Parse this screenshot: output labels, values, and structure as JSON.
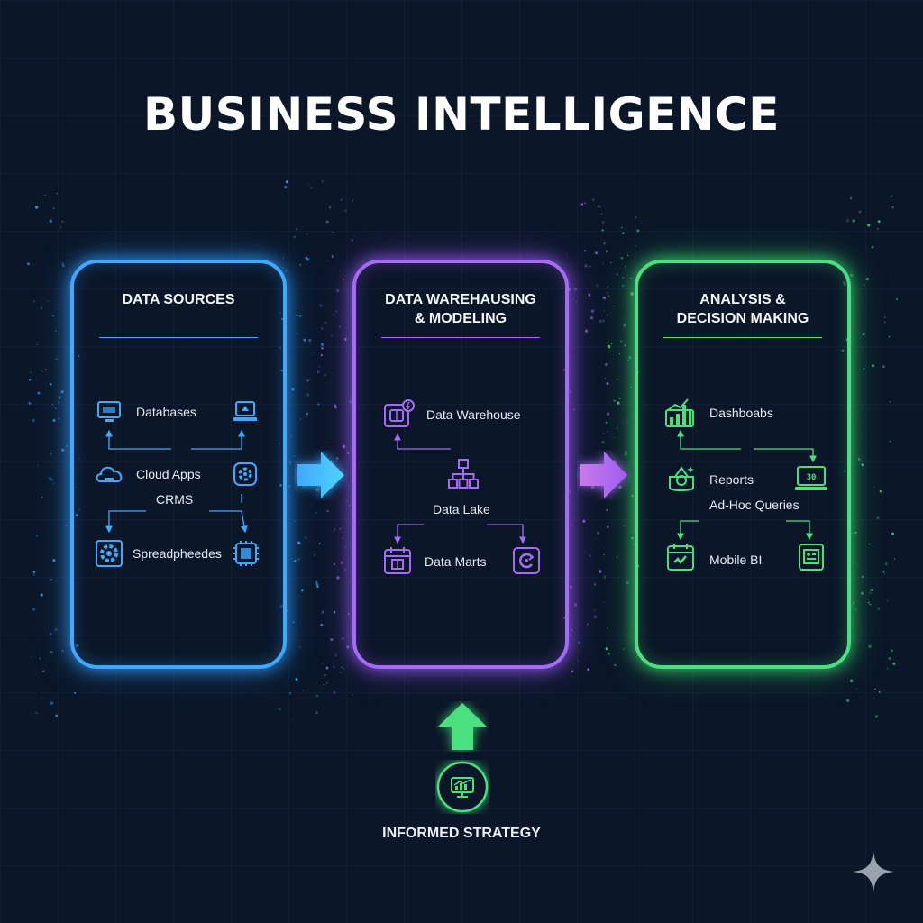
{
  "title": "BUSINESS INTELLIGENCE",
  "panels": [
    {
      "title": "DATA SOURCES",
      "color": "#3fa9ff",
      "items": [
        "Databases",
        "Cloud Apps",
        "CRMS",
        "Spreadpheedes"
      ]
    },
    {
      "title": "DATA WAREHAUSING\n& MODELING",
      "color": "#a66bf5",
      "items": [
        "Data Warehouse",
        "Data Lake",
        "Data Marts"
      ]
    },
    {
      "title": "ANALYSIS &\nDECISION MAKING",
      "color": "#4be07f",
      "items": [
        "Dashboabs",
        "Reports",
        "Ad-Hoc Queries",
        "Mobile BI"
      ]
    }
  ],
  "outcome": {
    "label": "INFORMED STRATEGY",
    "color": "#4be07f"
  },
  "icons": [
    "monitor-icon",
    "laptop-icon",
    "cloud-icon",
    "gear-icon",
    "cog-icon",
    "chip-icon",
    "server-icon",
    "hierarchy-icon",
    "calendar-icon",
    "refresh-icon",
    "bar-chart-icon",
    "report-icon",
    "terminal-icon",
    "mobile-calendar-icon",
    "tablet-icon",
    "chart-monitor-icon",
    "sparkle-icon"
  ]
}
